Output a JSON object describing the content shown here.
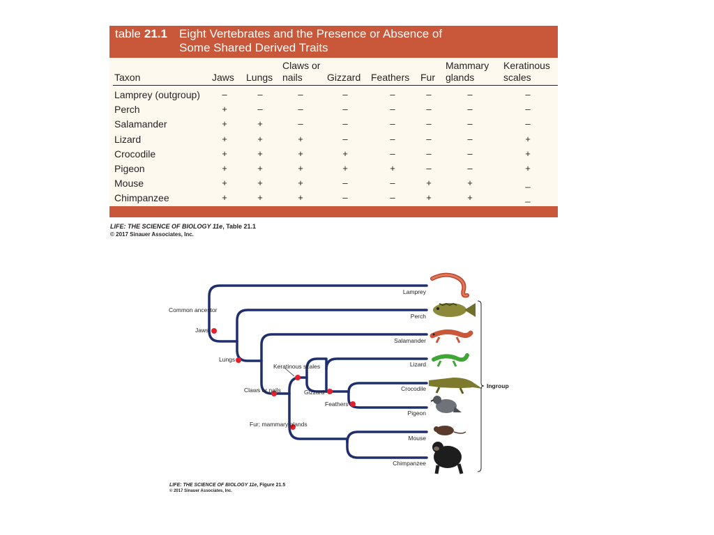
{
  "table": {
    "label_prefix": "table",
    "label_number": "21.1",
    "title": "Eight Vertebrates and the Presence or Absence of Some Shared Derived Traits",
    "taxon_header": "Taxon",
    "trait_headers": [
      "Jaws",
      "Lungs",
      "Claws or nails",
      "Gizzard",
      "Feathers",
      "Fur",
      "Mammary glands",
      "Keratinous scales"
    ],
    "rows": [
      {
        "taxon": "Lamprey (outgroup)",
        "cells": [
          "–",
          "–",
          "–",
          "–",
          "–",
          "–",
          "–",
          "–"
        ]
      },
      {
        "taxon": "Perch",
        "cells": [
          "+",
          "–",
          "–",
          "–",
          "–",
          "–",
          "–",
          "–"
        ]
      },
      {
        "taxon": "Salamander",
        "cells": [
          "+",
          "+",
          "–",
          "–",
          "–",
          "–",
          "–",
          "–"
        ]
      },
      {
        "taxon": "Lizard",
        "cells": [
          "+",
          "+",
          "+",
          "–",
          "–",
          "–",
          "–",
          "+"
        ]
      },
      {
        "taxon": "Crocodile",
        "cells": [
          "+",
          "+",
          "+",
          "+",
          "–",
          "–",
          "–",
          "+"
        ]
      },
      {
        "taxon": "Pigeon",
        "cells": [
          "+",
          "+",
          "+",
          "+",
          "+",
          "–",
          "–",
          "+"
        ]
      },
      {
        "taxon": "Mouse",
        "cells": [
          "+",
          "+",
          "+",
          "–",
          "–",
          "+",
          "+",
          "_"
        ]
      },
      {
        "taxon": "Chimpanzee",
        "cells": [
          "+",
          "+",
          "+",
          "–",
          "–",
          "+",
          "+",
          "_"
        ]
      }
    ]
  },
  "table_credit": {
    "title": "LIFE: THE SCIENCE OF BIOLOGY 11e",
    "ref": ", Table 21.1",
    "copyright": "© 2017 Sinauer Associates, Inc."
  },
  "figure_credit": {
    "title": "LIFE: THE SCIENCE OF BIOLOGY 11e",
    "ref": ", Figure 21.5",
    "copyright": "© 2017 Sinauer Associates, Inc."
  },
  "tree": {
    "common_ancestor": "Common ancestor",
    "tips": [
      "Lamprey",
      "Perch",
      "Salamander",
      "Lizard",
      "Crocodile",
      "Pigeon",
      "Mouse",
      "Chimpanzee"
    ],
    "traits": {
      "jaws": "Jaws",
      "lungs": "Lungs",
      "claws": "Claws or nails",
      "keratinous": "Keratinous scales",
      "gizzard": "Gizzard",
      "feathers": "Feathers",
      "fur": "Fur; mammary glands"
    },
    "ingroup": "Ingroup",
    "colors": {
      "branch": "#1f2f6e",
      "trait_dot": "#e3202c"
    }
  }
}
